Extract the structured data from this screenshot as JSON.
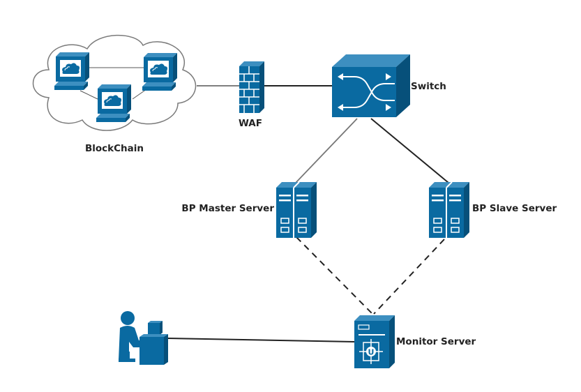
{
  "colors": {
    "device_front": "#0a6aa1",
    "device_top": "#3d8fc0",
    "device_side": "#07507a",
    "line": "#222222",
    "line_light": "#555555",
    "cloud_stroke": "#7a7a7a"
  },
  "nodes": {
    "blockchain": {
      "label": "BlockChain",
      "icon": "cloud-network-icon"
    },
    "waf": {
      "label": "WAF",
      "icon": "firewall-icon"
    },
    "switch": {
      "label": "Switch",
      "icon": "switch-icon"
    },
    "bp_master": {
      "label": "BP Master Server",
      "icon": "server-rack-icon"
    },
    "bp_slave": {
      "label": "BP Slave Server",
      "icon": "server-rack-icon"
    },
    "monitor": {
      "label": "Monitor Server",
      "icon": "monitor-server-icon"
    },
    "operator": {
      "icon": "user-workstation-icon"
    }
  },
  "connections": [
    {
      "from": "blockchain",
      "to": "waf",
      "style": "solid"
    },
    {
      "from": "waf",
      "to": "switch",
      "style": "solid"
    },
    {
      "from": "switch",
      "to": "bp_master",
      "style": "solid"
    },
    {
      "from": "switch",
      "to": "bp_slave",
      "style": "solid"
    },
    {
      "from": "bp_master",
      "to": "monitor",
      "style": "dashed"
    },
    {
      "from": "bp_slave",
      "to": "monitor",
      "style": "dashed"
    },
    {
      "from": "operator",
      "to": "monitor",
      "style": "solid"
    }
  ]
}
